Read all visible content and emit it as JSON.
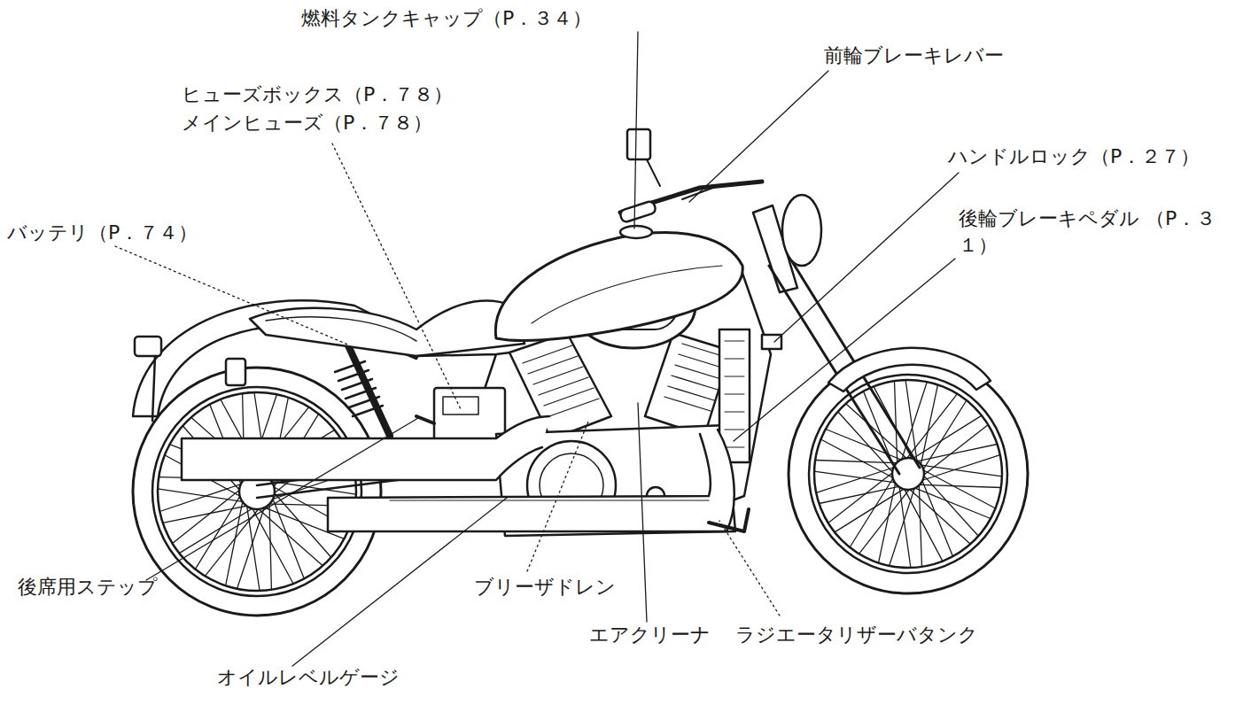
{
  "diagram": {
    "labels": [
      "燃料タンクキャップ（P．３４）",
      "前輪ブレーキレバー",
      "ヒューズボックス（P．７８）",
      "メインヒューズ（P．７８）",
      "ハンドルロック（P．２７）",
      "バッテリ（P．７４）",
      "後輪ブレーキペダル （P．３１）",
      "後席用ステップ",
      "ブリーザドレン",
      "エアクリーナ",
      "ラジエータリザーバタンク",
      "オイルレベルゲージ"
    ]
  }
}
